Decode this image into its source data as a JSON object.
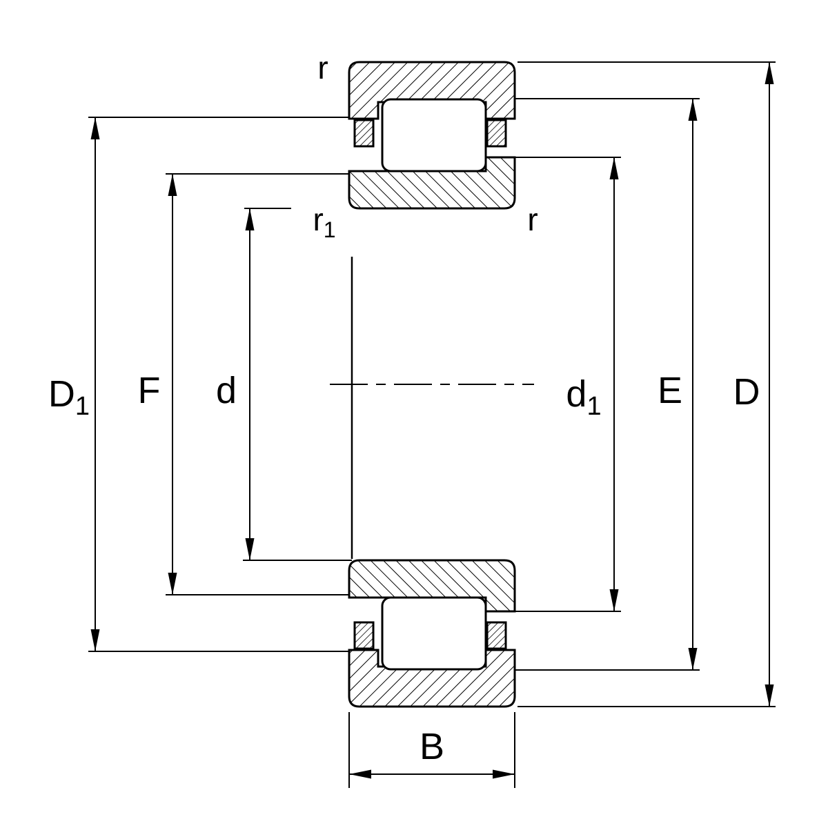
{
  "labels": {
    "D1": {
      "base": "D",
      "sub": "1"
    },
    "F": {
      "base": "F"
    },
    "d": {
      "base": "d"
    },
    "d1": {
      "base": "d",
      "sub": "1"
    },
    "E": {
      "base": "E"
    },
    "D": {
      "base": "D"
    },
    "B": {
      "base": "B"
    },
    "r_outer_top": {
      "base": "r"
    },
    "r1": {
      "base": "r",
      "sub": "1"
    },
    "r_inner_right": {
      "base": "r"
    }
  },
  "colors": {
    "line": "#000000",
    "background": "#ffffff"
  }
}
